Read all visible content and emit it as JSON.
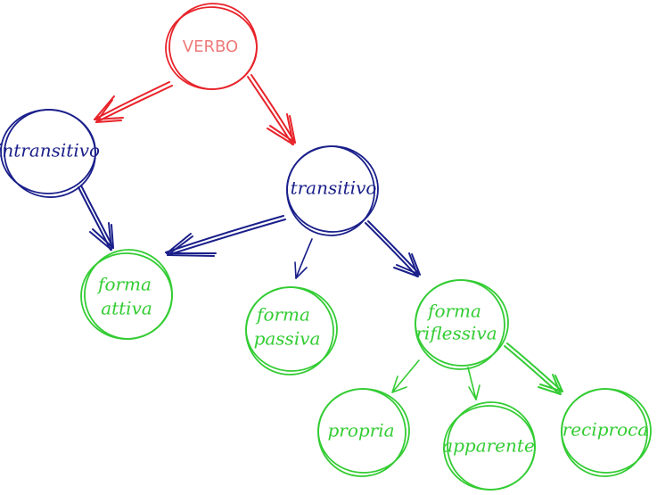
{
  "colors": {
    "red": "#e8232a",
    "red_text": "#ee7a7a",
    "blue": "#1a1f8a",
    "green": "#33cc33"
  },
  "nodes": {
    "verbo": {
      "lines": [
        "VERBO"
      ]
    },
    "intransitivo": {
      "lines": [
        "intransitivo"
      ]
    },
    "transitivo": {
      "lines": [
        "transitivo"
      ]
    },
    "forma_attiva": {
      "lines": [
        "forma",
        "attiva"
      ]
    },
    "forma_passiva": {
      "lines": [
        "forma",
        "passiva"
      ]
    },
    "forma_riflessiva": {
      "lines": [
        "forma",
        "riflessiva"
      ]
    },
    "propria": {
      "lines": [
        "propria"
      ]
    },
    "apparente": {
      "lines": [
        "apparente"
      ]
    },
    "reciproca": {
      "lines": [
        "reciproca"
      ]
    }
  }
}
